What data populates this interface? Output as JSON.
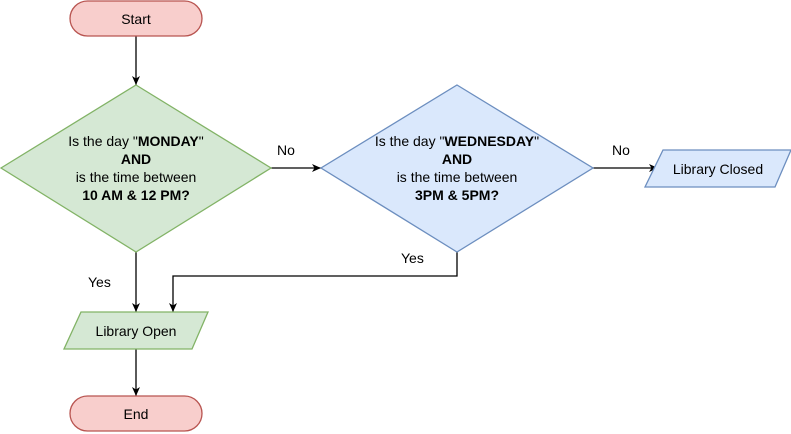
{
  "colors": {
    "terminal_fill": "#f8cecc",
    "terminal_stroke": "#b85450",
    "green_fill": "#d5e8d4",
    "green_stroke": "#82b366",
    "blue_fill": "#dae8fc",
    "blue_stroke": "#6c8ebf",
    "edge": "#000000"
  },
  "nodes": {
    "start": {
      "label": "Start"
    },
    "decision_monday": {
      "line1_pre": "Is the day \"",
      "line1_bold": "MONDAY",
      "line1_post": "\"",
      "line2": "AND",
      "line3": "is the time between",
      "line4": "10 AM & 12 PM?"
    },
    "decision_wednesday": {
      "line1_pre": "Is the day \"",
      "line1_bold": "WEDNESDAY",
      "line1_post": "\"",
      "line2": "AND",
      "line3": "is the time between",
      "line4": "3PM & 5PM?"
    },
    "library_closed": {
      "label": "Library Closed"
    },
    "library_open": {
      "label": "Library Open"
    },
    "end": {
      "label": "End"
    }
  },
  "edges": {
    "monday_no": "No",
    "wednesday_no": "No",
    "monday_yes": "Yes",
    "wednesday_yes": "Yes"
  }
}
